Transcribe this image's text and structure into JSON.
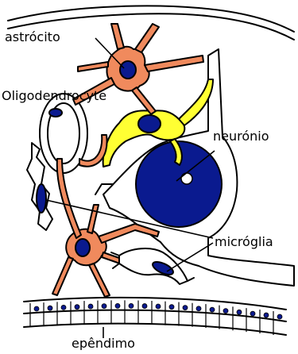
{
  "labels": {
    "astrocyte": "astrócito",
    "oligodendrocyte": "Oligodendrocyte",
    "neuron": "neurónio",
    "microglia": "micróglia",
    "ependyma": "epêndimo"
  },
  "colors": {
    "astrocyte": "#f08a5d",
    "oligodendrocyte": "#ffff33",
    "nucleus": "#0a1a8f",
    "outline": "#000000",
    "background": "#ffffff"
  }
}
